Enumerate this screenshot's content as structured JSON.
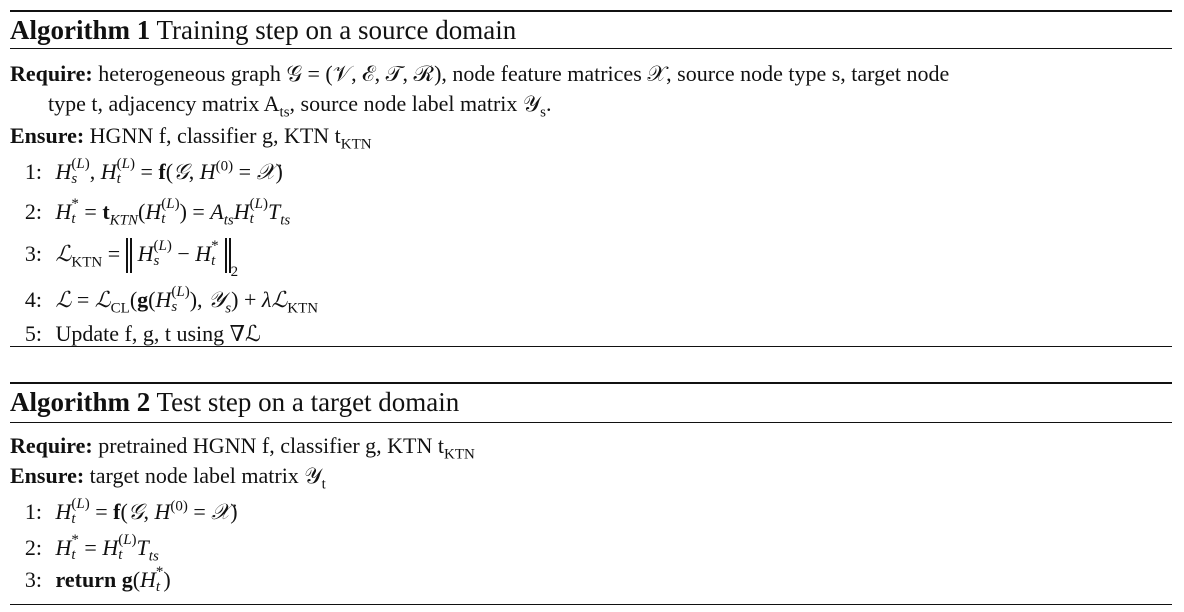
{
  "algorithm1": {
    "label": "Algorithm 1",
    "title": "Training step on a source domain",
    "require_kw": "Require:",
    "require_text_1": "heterogeneous graph 𝒢 = (𝒱, ℰ, 𝒯, ℛ), node feature matrices 𝒳, source node type s, target node",
    "require_text_2": "type t, adjacency matrix A",
    "require_text_2_sub": "ts",
    "require_text_2_tail": ", source node label matrix 𝒴",
    "require_text_2_sub2": "s",
    "require_text_2_end": ".",
    "ensure_kw": "Ensure:",
    "ensure_text": "HGNN f, classifier g, KTN t",
    "ensure_sub": "KTN",
    "steps": [
      {
        "num": "1:"
      },
      {
        "num": "2:"
      },
      {
        "num": "3:"
      },
      {
        "num": "4:"
      },
      {
        "num": "5:",
        "text": "Update f, g, t using ∇ℒ"
      }
    ]
  },
  "algorithm2": {
    "label": "Algorithm 2",
    "title": "Test step on a target domain",
    "require_kw": "Require:",
    "require_text": "pretrained HGNN f, classifier g, KTN t",
    "require_sub": "KTN",
    "ensure_kw": "Ensure:",
    "ensure_text": "target node label matrix 𝒴",
    "ensure_sub": "t",
    "steps": [
      {
        "num": "1:"
      },
      {
        "num": "2:"
      },
      {
        "num": "3:",
        "kw": "return"
      }
    ]
  }
}
